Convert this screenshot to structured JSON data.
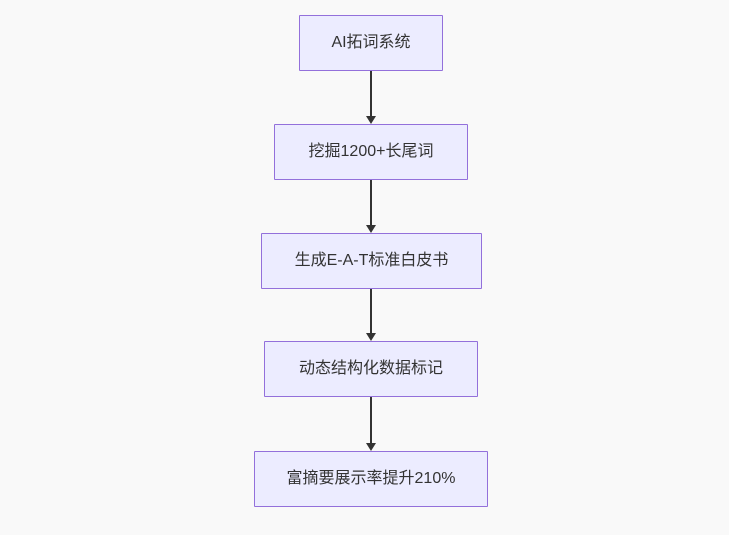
{
  "diagram": {
    "type": "flowchart",
    "direction": "top-down",
    "nodes": [
      {
        "label": "AI拓词系统"
      },
      {
        "label": "挖掘1200+长尾词"
      },
      {
        "label": "生成E-A-T标准白皮书"
      },
      {
        "label": "动态结构化数据标记"
      },
      {
        "label": "富摘要展示率提升210%"
      }
    ],
    "edges": [
      {
        "from": 0,
        "to": 1
      },
      {
        "from": 1,
        "to": 2
      },
      {
        "from": 2,
        "to": 3
      },
      {
        "from": 3,
        "to": 4
      }
    ],
    "colors": {
      "node_fill": "#ECECFF",
      "node_border": "#9370DB",
      "edge": "#333333",
      "text": "#333333",
      "background": "#f9f9f9"
    }
  }
}
